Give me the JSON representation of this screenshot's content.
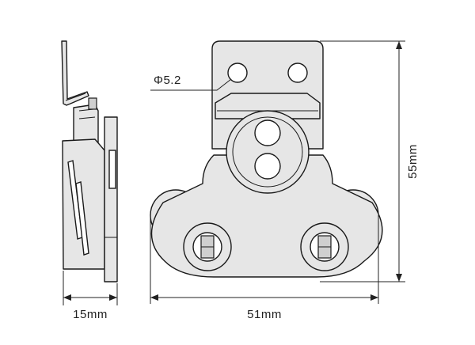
{
  "dimensions": {
    "hole_diameter": "Φ5.2",
    "height": "55mm",
    "width": "51mm",
    "depth": "15mm"
  }
}
